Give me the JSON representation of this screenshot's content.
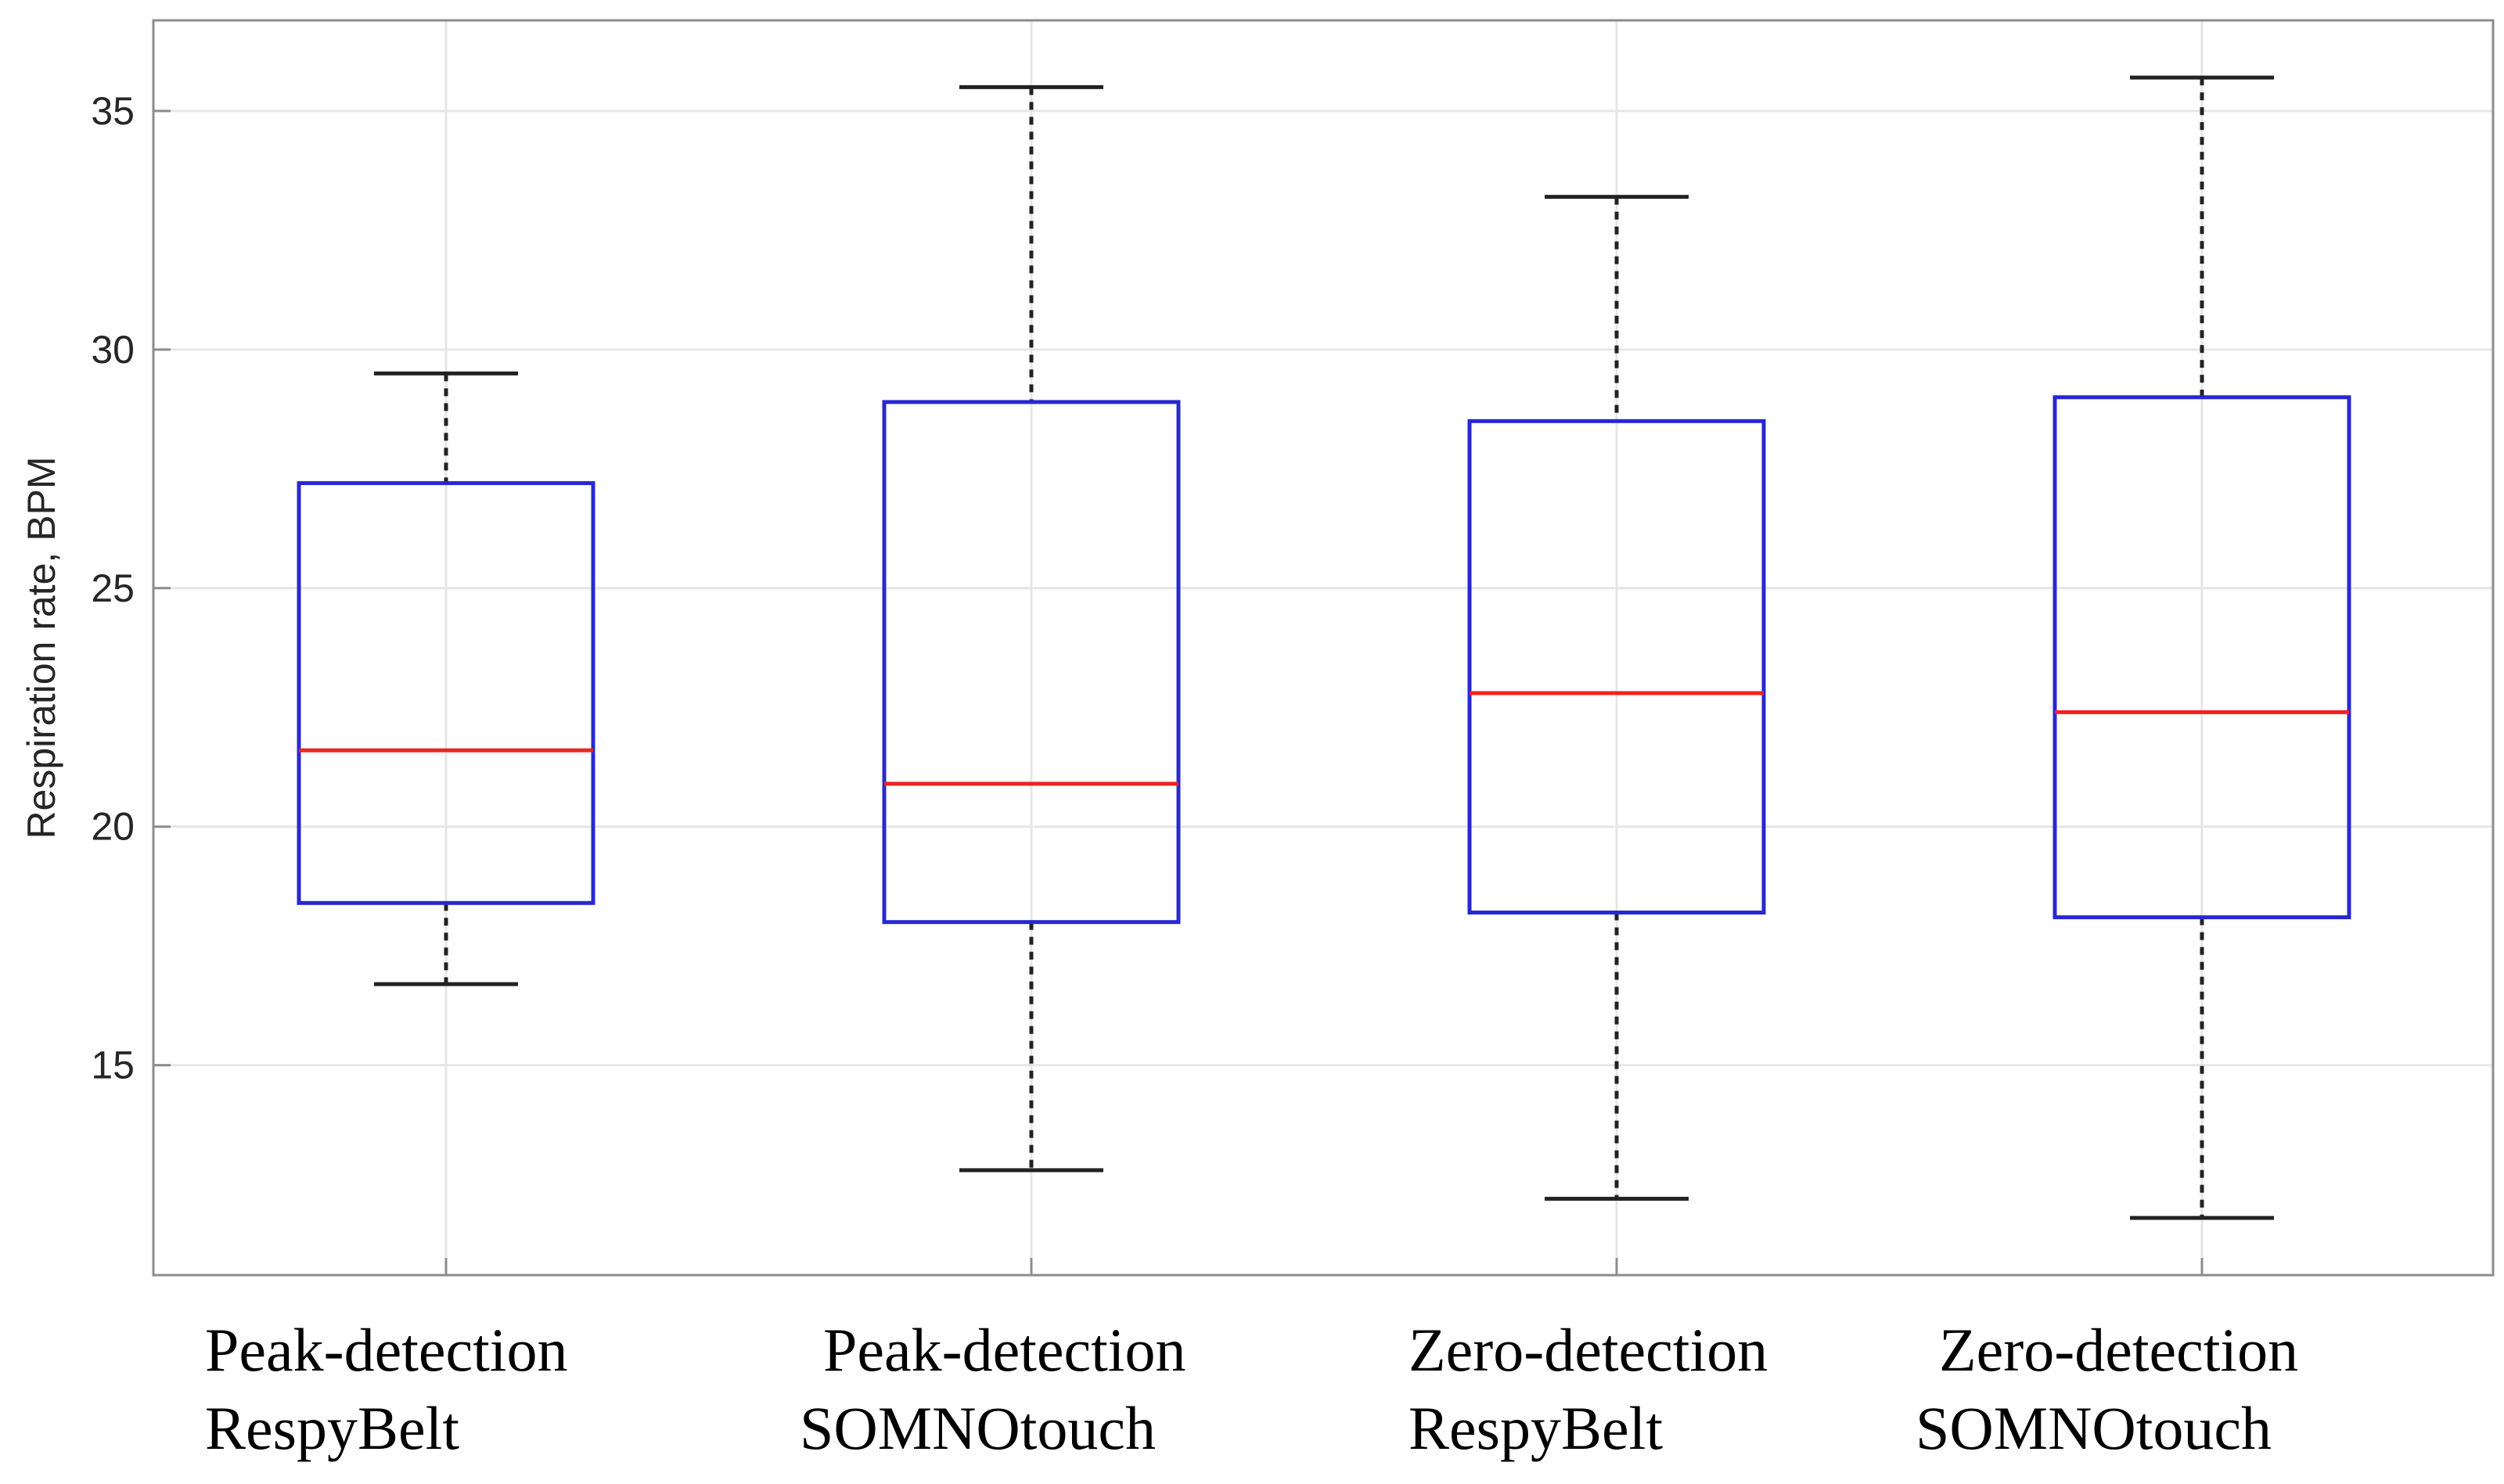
{
  "chart_data": {
    "type": "box",
    "ylabel": "Respiration rate, BPM",
    "xlabel": "",
    "ylim": [
      10.6,
      36.9
    ],
    "yticks": [
      15,
      20,
      25,
      30,
      35
    ],
    "grid": true,
    "categories": [
      [
        "Peak-detection",
        "RespyBelt"
      ],
      [
        "Peak-detection",
        "SOMNOtouch"
      ],
      [
        "Zero-detection",
        "RespyBelt"
      ],
      [
        "Zero-detection",
        "SOMNOtouch"
      ]
    ],
    "boxes": [
      {
        "whisker_low": 16.7,
        "q1": 18.4,
        "median": 21.6,
        "q3": 27.2,
        "whisker_high": 29.5
      },
      {
        "whisker_low": 12.8,
        "q1": 18.0,
        "median": 20.9,
        "q3": 28.9,
        "whisker_high": 35.5
      },
      {
        "whisker_low": 12.2,
        "q1": 18.2,
        "median": 22.8,
        "q3": 28.5,
        "whisker_high": 33.2
      },
      {
        "whisker_low": 11.8,
        "q1": 18.1,
        "median": 22.4,
        "q3": 29.0,
        "whisker_high": 35.7
      }
    ],
    "colors": {
      "box": "#2828d0",
      "median": "#ee2222",
      "whisker": "#222222",
      "grid": "#e6e6e6",
      "axes": "#8c8c8c"
    }
  }
}
